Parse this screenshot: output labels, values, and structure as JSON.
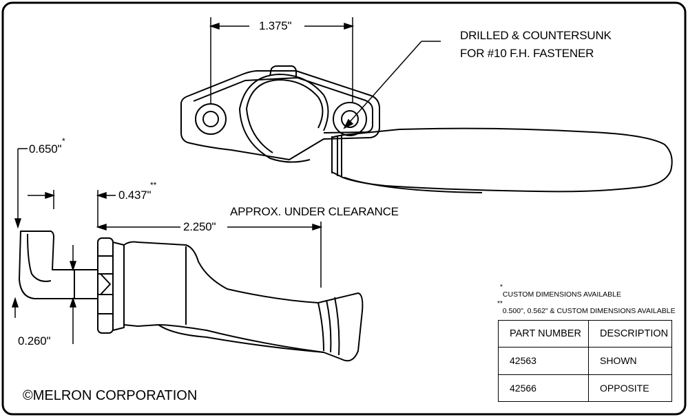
{
  "dimensions": {
    "top_spacing": "1.375\"",
    "left_height": "0.650\"",
    "left_height_mark": "*",
    "offset": "0.437\"",
    "offset_mark": "**",
    "length": "2.250\"",
    "base": "0.260\""
  },
  "callouts": {
    "drill_line1": "DRILLED & COUNTERSUNK",
    "drill_line2": "FOR #10 F.H. FASTENER",
    "clearance": "APPROX. UNDER CLEARANCE"
  },
  "notes": {
    "note1_mark": "*",
    "note1": "CUSTOM DIMENSIONS AVAILABLE",
    "note2_mark": "**",
    "note2": "0.500\", 0.562\" & CUSTOM DIMENSIONS AVAILABLE"
  },
  "parts_table": {
    "headers": [
      "PART NUMBER",
      "DESCRIPTION"
    ],
    "rows": [
      [
        "42563",
        "SHOWN"
      ],
      [
        "42566",
        "OPPOSITE"
      ]
    ]
  },
  "copyright": "©MELRON CORPORATION"
}
